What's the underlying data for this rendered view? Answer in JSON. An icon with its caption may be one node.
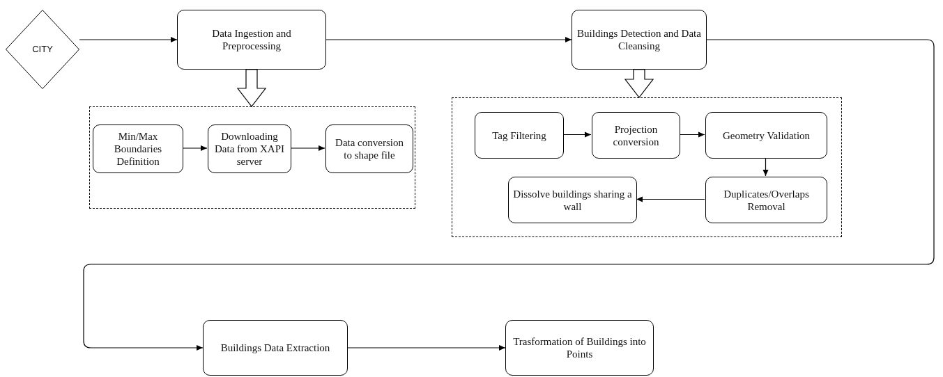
{
  "diagram": {
    "nodes": [
      {
        "text": [
          "CITY"
        ]
      },
      {
        "text": [
          "Data Ingestion and Preprocessing"
        ]
      },
      {
        "text": [],
        "shape": "box"
      },
      {
        "text": [
          "Min/Max Boundaries Definition"
        ],
        "in": 2
      },
      {
        "text": [
          "Downloading Data from XAPI server"
        ],
        "in": 2
      },
      {
        "text": [
          "Data conversion to shape file"
        ],
        "in": 2
      },
      {
        "text": [
          "Buildings Detection and Data Cleansing"
        ]
      },
      {
        "text": [],
        "shape": "box"
      },
      {
        "text": [
          "Tag Filtering"
        ],
        "in": 7
      },
      {
        "text": [
          "Projection conversion"
        ],
        "in": 7
      },
      {
        "text": [
          "Geometry Validation"
        ],
        "in": 7
      },
      {
        "text": [
          "Duplicates/Overlaps Removal"
        ],
        "in": 7
      },
      {
        "text": [
          "Dissolve buildings sharing a wall"
        ],
        "in": 7
      },
      {
        "text": [
          "Buildings Data Extraction"
        ]
      },
      {
        "text": [
          "Trasformation of Buildings into Points"
        ]
      }
    ],
    "edges": [
      {
        "from": 0,
        "to": 1,
        "arrow": "to"
      },
      {
        "from": 1,
        "to": 2,
        "arrow": "to",
        "style": "thick"
      },
      {
        "from": 3,
        "to": 4,
        "arrow": "to"
      },
      {
        "from": 4,
        "to": 5,
        "arrow": "to"
      },
      {
        "from": 1,
        "to": 6,
        "arrow": "to"
      },
      {
        "from": 6,
        "to": 7,
        "arrow": "to",
        "style": "thick"
      },
      {
        "from": 8,
        "to": 9,
        "arrow": "to"
      },
      {
        "from": 9,
        "to": 10,
        "arrow": "to"
      },
      {
        "from": 10,
        "to": 11,
        "arrow": "to"
      },
      {
        "from": 11,
        "to": 12,
        "arrow": "to"
      },
      {
        "from": 6,
        "to": 13,
        "arrow": "to"
      },
      {
        "from": 13,
        "to": 14,
        "arrow": "to"
      }
    ]
  }
}
